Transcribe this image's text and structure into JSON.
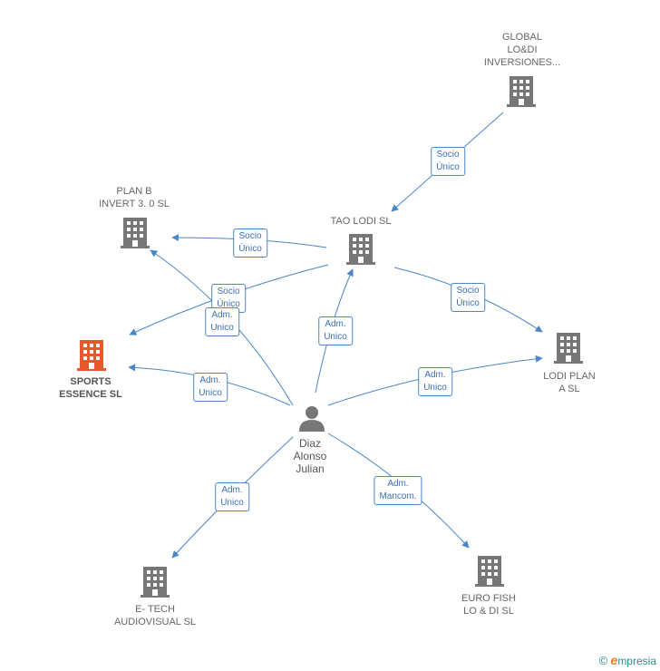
{
  "colors": {
    "edge": "#4a86c8",
    "building": "#777777",
    "focus": "#e8582f",
    "person": "#777777"
  },
  "nodes": {
    "global": {
      "label": "GLOBAL\nLO&DI\nINVERSIONES...",
      "icon": "building-icon"
    },
    "planb": {
      "label": "PLAN B\nINVERT 3. 0  SL",
      "icon": "building-icon"
    },
    "taolodi": {
      "label": "TAO LODI  SL",
      "icon": "building-icon"
    },
    "sports": {
      "label": "SPORTS\nESSENCE  SL",
      "icon": "building-icon"
    },
    "lodiplan": {
      "label": "LODI PLAN\nA  SL",
      "icon": "building-icon"
    },
    "person": {
      "label": "Diaz\nAlonso\nJulian",
      "icon": "person-icon"
    },
    "etech": {
      "label": "E- TECH\nAUDIOVISUAL SL",
      "icon": "building-icon"
    },
    "eurofish": {
      "label": "EURO FISH\nLO & DI SL",
      "icon": "building-icon"
    }
  },
  "edges": {
    "global_tao": "Socio\nÚnico",
    "tao_planb": "Socio\nÚnico",
    "tao_sports": "Socio\nÚnico",
    "tao_lodiplan": "Socio\nÚnico",
    "person_planb": "Adm.\nUnico",
    "person_tao": "Adm.\nUnico",
    "person_sports": "Adm.\nUnico",
    "person_lodiplan": "Adm.\nUnico",
    "person_etech": "Adm.\nUnico",
    "person_eurofish": "Adm.\nMancom."
  },
  "brand": {
    "copyright": "©",
    "name_initial": "e",
    "name_rest": "mpresia"
  }
}
